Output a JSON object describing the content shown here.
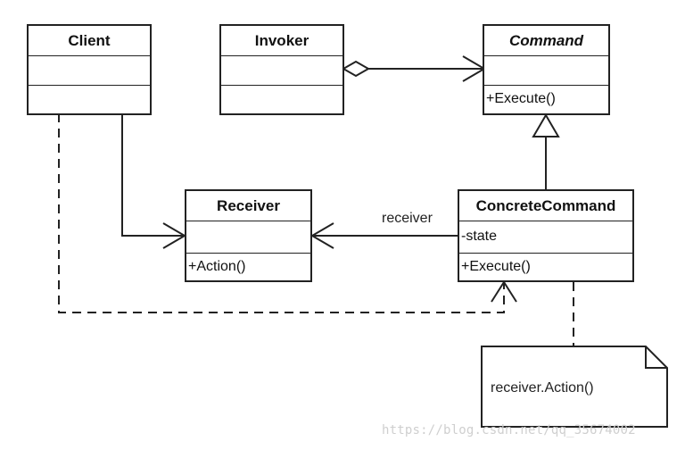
{
  "classes": {
    "client": {
      "name": "Client"
    },
    "invoker": {
      "name": "Invoker"
    },
    "command": {
      "name": "Command",
      "method": "+Execute()"
    },
    "receiver": {
      "name": "Receiver",
      "method": "+Action()"
    },
    "concrete": {
      "name": "ConcreteCommand",
      "attribute": "-state",
      "method": "+Execute()"
    }
  },
  "labels": {
    "receiver_assoc": "receiver"
  },
  "note": {
    "text": "receiver.Action()"
  },
  "watermark": "https://blog.csdn.net/qq_35674002",
  "colors": {
    "line": "#222222",
    "background": "#ffffff"
  }
}
